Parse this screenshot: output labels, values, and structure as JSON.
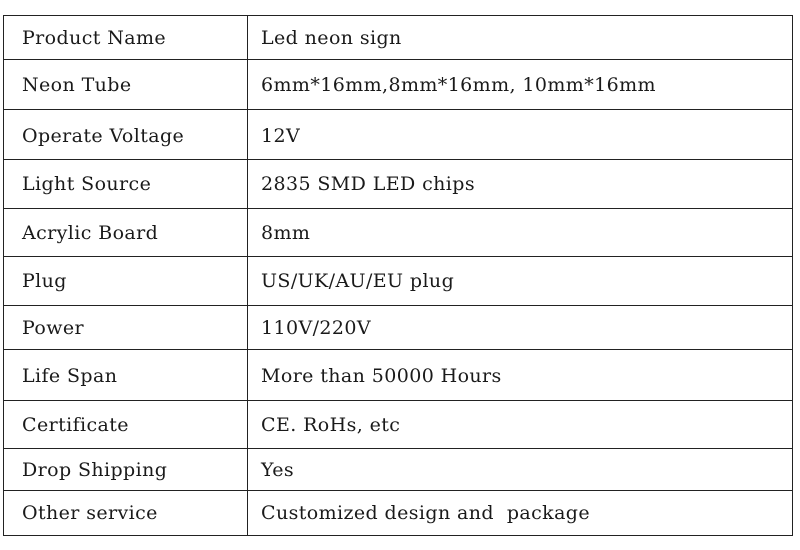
{
  "spec_table": {
    "rows": [
      {
        "label": "Product Name",
        "value": "Led neon sign"
      },
      {
        "label": "Neon Tube",
        "value": "6mm*16mm,8mm*16mm, 10mm*16mm"
      },
      {
        "label": "Operate Voltage",
        "value": "12V"
      },
      {
        "label": "Light Source",
        "value": "2835 SMD LED chips"
      },
      {
        "label": "Acrylic Board",
        "value": "8mm"
      },
      {
        "label": "Plug",
        "value": "US/UK/AU/EU plug"
      },
      {
        "label": "Power",
        "value": "110V/220V"
      },
      {
        "label": "Life Span",
        "value": "More than 50000 Hours"
      },
      {
        "label": "Certificate",
        "value": "CE. RoHs, etc"
      },
      {
        "label": "Drop Shipping",
        "value": "Yes"
      },
      {
        "label": "Other service",
        "value": "Customized design and  package"
      }
    ]
  }
}
